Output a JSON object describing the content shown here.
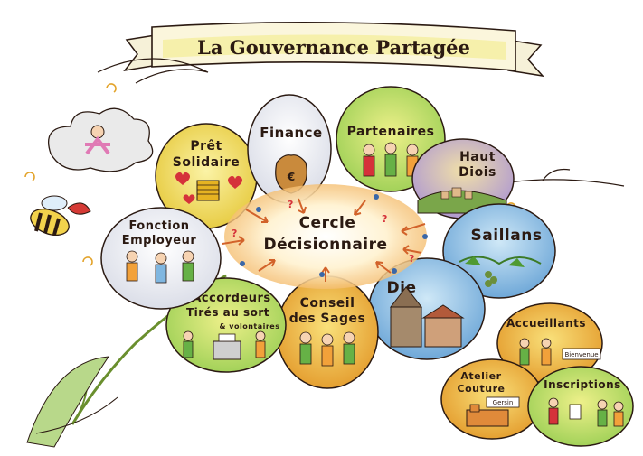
{
  "banner": {
    "title": "La Gouvernance Partagée"
  },
  "center": {
    "line1": "Cercle",
    "line2": "Décisionnaire"
  },
  "petals": {
    "pret": {
      "line1": "Prêt",
      "line2": "Solidaire"
    },
    "finance": {
      "label": "Finance"
    },
    "partenaires": {
      "label": "Partenaires"
    },
    "haut_diois": {
      "line1": "Haut",
      "line2": "Diois"
    },
    "saillans": {
      "label": "Saillans"
    },
    "die": {
      "label": "Die"
    },
    "conseil": {
      "line1": "Conseil",
      "line2": "des Sages"
    },
    "accordeurs": {
      "line1": "Accordeurs",
      "line2": "Tirés au sort",
      "line3": "& volontaires"
    },
    "fonction": {
      "line1": "Fonction",
      "line2": "Employeur"
    }
  },
  "side_groups": {
    "accueillants": {
      "label": "Accueillants",
      "sign": "Bienvenue"
    },
    "atelier": {
      "line1": "Atelier",
      "line2": "Couture",
      "sign": "Gersin"
    },
    "inscriptions": {
      "label": "Inscriptions"
    }
  },
  "colors": {
    "yellow": "#f2e56a",
    "green": "#a8d46a",
    "orange": "#f3a63d",
    "blue": "#7fb6e0",
    "purple": "#b89bd6",
    "ink": "#2b1a12"
  }
}
